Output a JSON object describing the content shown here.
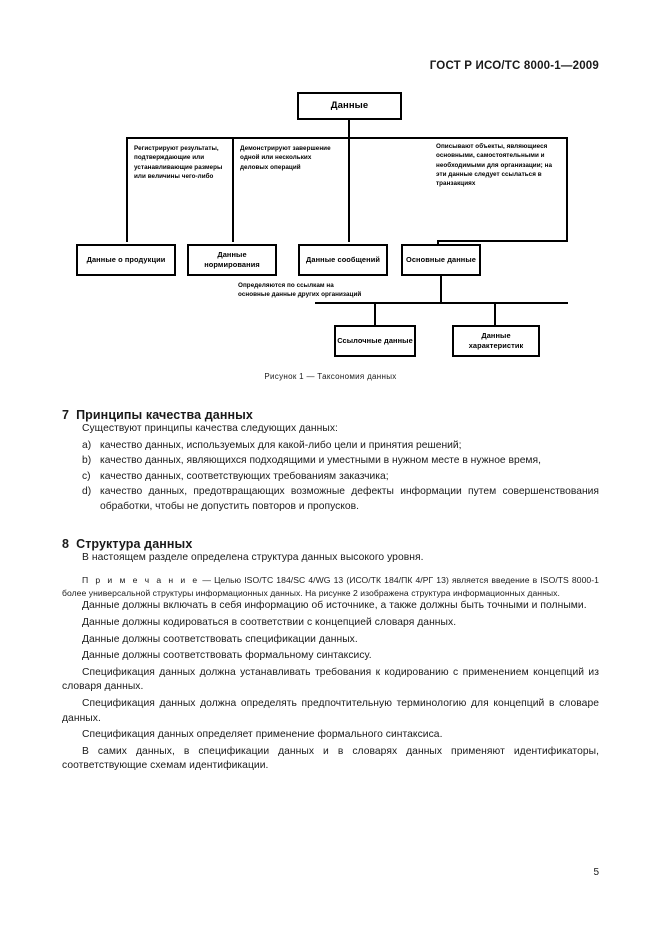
{
  "header": {
    "standard_id": "ГОСТ Р ИСО/ТС 8000-1—2009"
  },
  "figure": {
    "caption": "Рисунок 1 — Таксономия данных",
    "root": "Данные",
    "descriptions": [
      "Регистрируют результаты, подтверждающие или устанавливающие размеры или величины чего-либо",
      "Демонстрируют завершение одной или нескольких деловых операций",
      "Описывают объекты, являющиеся основными, самостоятельными и необходимыми для организации; на эти данные следует ссылаться в транзакциях"
    ],
    "level2": [
      "Данные о продукции",
      "Данные нормирования",
      "Данные сообщений",
      "Основные данные"
    ],
    "mid_note": "Определяются по ссылкам на основные данные других организаций",
    "level3": [
      "Ссылочные данные",
      "Данные характеристик"
    ]
  },
  "sections": [
    {
      "number": "7",
      "title": "Принципы качества данных",
      "intro": "Существуют принципы качества следующих данных:",
      "items": [
        {
          "marker": "a)",
          "text": "качество данных, используемых для какой-либо цели и принятия решений;"
        },
        {
          "marker": "b)",
          "text": "качество данных, являющихся подходящими и уместными в нужном месте в нужное время,"
        },
        {
          "marker": "c)",
          "text": "качество данных, соответствующих требованиям заказчика;"
        },
        {
          "marker": "d)",
          "text": "качество данных, предотвращающих возможные дефекты информации путем совершенствования обработки, чтобы не допустить повторов и пропусков."
        }
      ]
    },
    {
      "number": "8",
      "title": "Структура данных",
      "intro": "В настоящем разделе определена структура данных высокого уровня.",
      "note_label": "П р и м е ч а н и е",
      "note_text": " — Целью ISO/TC 184/SC 4/WG 13 (ИСО/ТК 184/ПК 4/РГ 13) является введение в ISO/TS 8000-1 более универсальной структуры информационных данных. На рисунке 2 изображена структура информационных данных.",
      "paragraphs": [
        "Данные должны включать в себя информацию об источнике, а также должны быть точными и полными.",
        "Данные должны кодироваться в соответствии с концепцией словаря данных.",
        "Данные должны соответствовать спецификации данных.",
        "Данные должны соответствовать формальному синтаксису.",
        "Спецификация данных должна устанавливать требования к кодированию с применением концепций из словаря данных.",
        "Спецификация данных должна определять предпочтительную терминологию для концепций в словаре данных.",
        "Спецификация данных определяет применение формального синтаксиса.",
        "В самих данных, в спецификации данных и в словарях данных применяют идентификаторы, соответствующие схемам идентификации."
      ]
    }
  ],
  "footer": {
    "page_number": "5"
  }
}
